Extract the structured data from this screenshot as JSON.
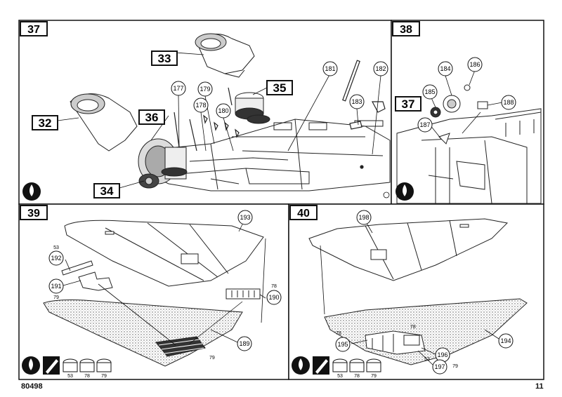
{
  "sheet": {
    "page_code": "80498",
    "page_number": "11"
  },
  "steps": [
    {
      "number": "37"
    },
    {
      "number": "38",
      "ref_step": "37"
    },
    {
      "number": "39"
    },
    {
      "number": "40"
    }
  ],
  "step37_parts": {
    "big": [
      "33",
      "35",
      "32",
      "36",
      "34"
    ],
    "small": [
      "177",
      "178",
      "179",
      "180",
      "181",
      "182",
      "183"
    ]
  },
  "step38_parts": [
    "184",
    "185",
    "186",
    "187",
    "188"
  ],
  "step39_parts": {
    "wing_top": "193",
    "part_192": "192",
    "part_192_paint": "53",
    "part_191": "191",
    "part_191_paint": "79",
    "part_190": "190",
    "part_190_paint": "78",
    "part_189": "189",
    "bay_paint": "79"
  },
  "step40_parts": {
    "wing_top": "198",
    "part_195": "195",
    "part_195_paint": "78",
    "bay_paint": "78",
    "part_194": "194",
    "part_196": "196",
    "part_197": "197",
    "part_197_paint": "53",
    "part_197_paint2": "79"
  },
  "paint_pots": [
    "53",
    "78",
    "79"
  ]
}
